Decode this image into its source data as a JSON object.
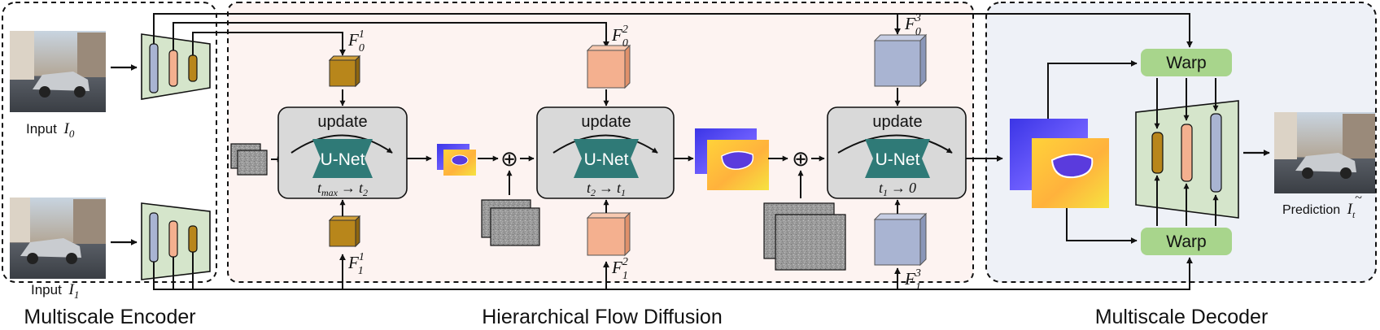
{
  "sections": {
    "encoder": "Multiscale Encoder",
    "diffusion": "Hierarchical Flow Diffusion",
    "decoder": "Multiscale Decoder"
  },
  "inputs": {
    "top_label": "Input",
    "top_symbol": "I",
    "top_sub": "0",
    "bottom_label": "Input",
    "bottom_symbol": "I",
    "bottom_sub": "1"
  },
  "features": {
    "symbol": "F",
    "top": [
      {
        "sub": "0",
        "sup": "1"
      },
      {
        "sub": "0",
        "sup": "2"
      },
      {
        "sub": "0",
        "sup": "3"
      }
    ],
    "bottom": [
      {
        "sub": "1",
        "sup": "1"
      },
      {
        "sub": "1",
        "sup": "2"
      },
      {
        "sub": "1",
        "sup": "3"
      }
    ]
  },
  "stages": [
    {
      "update": "update",
      "unet": "U-Net",
      "t_from": "t",
      "t_from_sub": "max",
      "arrow": "→",
      "t_to": "t",
      "t_to_sub": "2"
    },
    {
      "update": "update",
      "unet": "U-Net",
      "t_from": "t",
      "t_from_sub": "2",
      "arrow": "→",
      "t_to": "t",
      "t_to_sub": "1"
    },
    {
      "update": "update",
      "unet": "U-Net",
      "t_from": "t",
      "t_from_sub": "1",
      "arrow": "→",
      "t_to": "0",
      "t_to_sub": ""
    }
  ],
  "plus_symbol": "⊕",
  "warp": {
    "top": "Warp",
    "bottom": "Warp"
  },
  "output": {
    "label": "Prediction",
    "symbol": "I",
    "sub": "t",
    "accent": "~"
  },
  "colors": {
    "scale1": "#b8861b",
    "scale2": "#f4b08f",
    "scale3": "#a9b4d2",
    "encoder_fill": "#d5e5cb",
    "unet": "#2f7a77",
    "stage_box": "#d9d9d9",
    "diffusion_bg": "#fdf3f1",
    "decoder_bg": "#eef1f7",
    "warp": "#a8d58c"
  }
}
